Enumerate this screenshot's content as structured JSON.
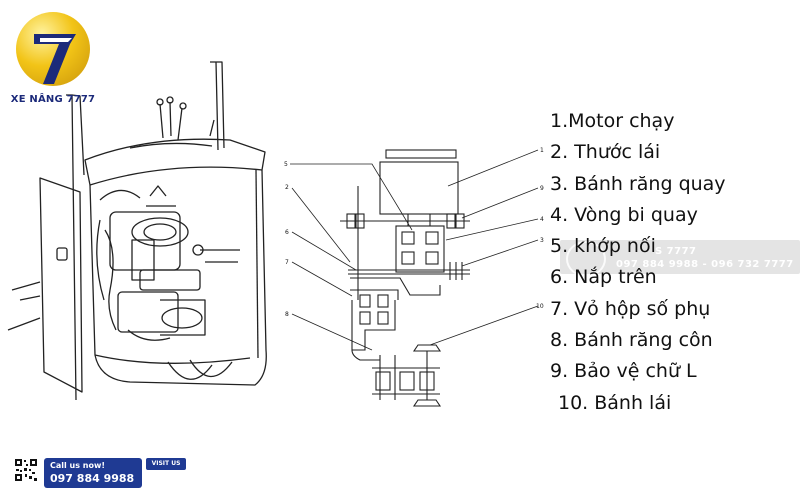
{
  "logo": {
    "brand_text": "XE NÂNG 7777",
    "glyph": "7",
    "colors": {
      "gold": "#f2c417",
      "navy": "#1c2a7a"
    }
  },
  "legend": {
    "items": [
      "1.Motor chạy",
      "2. Thước lái",
      "3. Bánh răng quay",
      "4. Vòng bi quay",
      "5. khớp nối",
      "6. Nắp trên",
      "7. Vỏ hộp số phụ",
      "8. Bánh răng côn",
      "9. Bảo vệ chữ L",
      "10. Bánh lái"
    ]
  },
  "diagram": {
    "callout_numbers": [
      "1",
      "9",
      "4",
      "3",
      "10",
      "5",
      "2",
      "6",
      "7",
      "8"
    ]
  },
  "watermark": {
    "line1": "S 7777",
    "line2": "097 884 9988 - 096 732 7777"
  },
  "footer": {
    "qr_icon": "qr-code-icon",
    "call_label": "Call us now!",
    "phone": "097 884 9988",
    "visit_label": "VISIT US",
    "accent_color": "#1f3a93"
  }
}
